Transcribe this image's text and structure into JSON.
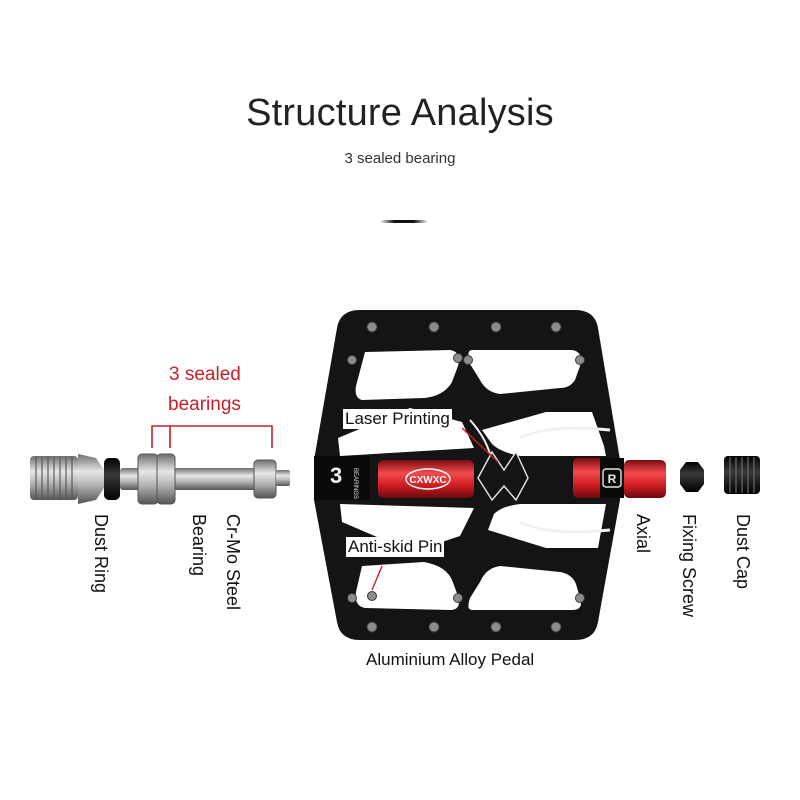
{
  "header": {
    "title": "Structure Analysis",
    "subtitle": "3 sealed bearing"
  },
  "callouts": {
    "sealed_bearings_line1": "3 sealed",
    "sealed_bearings_line2": "bearings",
    "laser_printing": "Laser Printing",
    "anti_skid_pin": "Anti-skid Pin",
    "pedal_body": "Aluminium Alloy Pedal"
  },
  "part_labels": {
    "dust_ring": "Dust Ring",
    "bearing": "Bearing",
    "cr_mo_steel": "Cr-Mo Steel",
    "axial": "Axial",
    "fixing_screw": "Fixing Screw",
    "dust_cap": "Dust Cap"
  },
  "product_marks": {
    "brand": "CXWXC",
    "bearing_count": "3",
    "bearing_word": "BEARINGS",
    "emblem": "R"
  },
  "colors": {
    "accent_red": "#c8202a",
    "pedal_black": "#141414",
    "axle_red": "#d41e24",
    "steel": "#a8a8a8"
  }
}
